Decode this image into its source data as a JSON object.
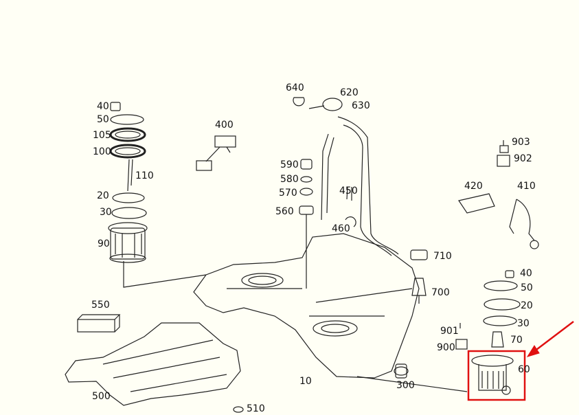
{
  "diagram": {
    "background": "#fffff5",
    "line_color": "#222222",
    "highlight_color": "#e01010",
    "callouts": [
      "40",
      "50",
      "105",
      "100",
      "110",
      "20",
      "30",
      "90",
      "400",
      "640",
      "620",
      "630",
      "590",
      "580",
      "570",
      "560",
      "450",
      "460",
      "710",
      "700",
      "420",
      "410",
      "903",
      "902",
      "550",
      "10",
      "500",
      "510",
      "300",
      "40",
      "50",
      "20",
      "30",
      "70",
      "901",
      "900",
      "60"
    ],
    "highlight": {
      "part": "60",
      "arrow": true
    }
  }
}
